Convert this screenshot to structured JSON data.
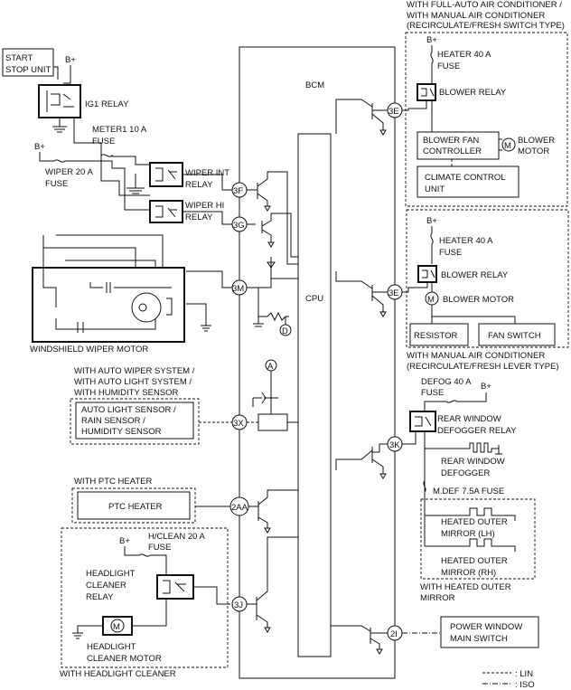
{
  "bcm": {
    "title": "BCM",
    "cpu": "CPU"
  },
  "start_stop": {
    "line1": "START",
    "line2": "STOP UNIT"
  },
  "bplus": "B+",
  "ig1": "IG1 RELAY",
  "meter_fuse": {
    "line1": "METER1 10 A",
    "line2": "FUSE"
  },
  "wiper_fuse": {
    "line1": "WIPER 20 A",
    "line2": "FUSE"
  },
  "wiper_int": {
    "line1": "WIPER INT",
    "line2": "RELAY"
  },
  "wiper_hi": {
    "line1": "WIPER HI",
    "line2": "RELAY"
  },
  "windshield_motor": "WINDSHIELD WIPER MOTOR",
  "fullauto_header": {
    "line1": "WITH FULL-AUTO AIR CONDITIONER /",
    "line2": "WITH MANUAL AIR CONDITIONER",
    "line3": "(RECIRCULATE/FRESH SWITCH TYPE)"
  },
  "heater_fuse": {
    "line1": "HEATER 40 A",
    "line2": "FUSE"
  },
  "blower_relay": "BLOWER RELAY",
  "blower_fan_ctrl": {
    "line1": "BLOWER FAN",
    "line2": "CONTROLLER"
  },
  "blower_motor2": {
    "line1": "BLOWER",
    "line2": "MOTOR"
  },
  "climate_unit": {
    "line1": "CLIMATE CONTROL",
    "line2": "UNIT"
  },
  "blower_motor": "BLOWER MOTOR",
  "resistor": "RESISTOR",
  "fan_switch": "FAN SWITCH",
  "manual_footer": {
    "line1": "WITH MANUAL AIR CONDITIONER",
    "line2": "(RECIRCULATE/FRESH LEVER TYPE)"
  },
  "auto_header": {
    "line1": "WITH AUTO WIPER SYSTEM /",
    "line2": "WITH AUTO LIGHT SYSTEM /",
    "line3": "WITH HUMIDITY SENSOR"
  },
  "sensor_box": {
    "line1": "AUTO LIGHT SENSOR /",
    "line2": "RAIN SENSOR /",
    "line3": "HUMIDITY SENSOR"
  },
  "defog_fuse": {
    "line1": "DEFOG 40 A",
    "line2": "FUSE"
  },
  "rear_relay": {
    "line1": "REAR WINDOW",
    "line2": "DEFOGGER RELAY"
  },
  "rear_defogger": {
    "line1": "REAR WINDOW",
    "line2": "DEFOGGER"
  },
  "mdef_fuse": "M.DEF 7.5A FUSE",
  "mirror_lh": {
    "line1": "HEATED OUTER",
    "line2": "MIRROR (LH)"
  },
  "mirror_rh": {
    "line1": "HEATED OUTER",
    "line2": "MIRROR (RH)"
  },
  "mirror_footer": {
    "line1": "WITH HEATED OUTER",
    "line2": "MIRROR"
  },
  "ptc_header": "WITH PTC HEATER",
  "ptc": "PTC HEATER",
  "hclean_fuse": {
    "line1": "H/CLEAN 20 A",
    "line2": "FUSE"
  },
  "hl_relay": {
    "line1": "HEADLIGHT",
    "line2": "CLEANER",
    "line3": "RELAY"
  },
  "hl_motor": {
    "line1": "HEADLIGHT",
    "line2": "CLEANER MOTOR"
  },
  "hl_footer": "WITH HEADLIGHT CLEANER",
  "pw_switch": {
    "line1": "POWER WINDOW",
    "line2": "MAIN SWITCH"
  },
  "terminals": {
    "t3e1": "3E",
    "t3e2": "3E",
    "t3f": "3F",
    "t3g": "3G",
    "t3m": "3M",
    "t3x": "3X",
    "t3k": "3K",
    "t2aa": "2AA",
    "t3j": "3J",
    "t2i": "2I"
  },
  "marker_d": "D",
  "marker_a": "A",
  "motor_m": "M",
  "legend": {
    "lin": ": LIN",
    "iso": ": ISO"
  }
}
